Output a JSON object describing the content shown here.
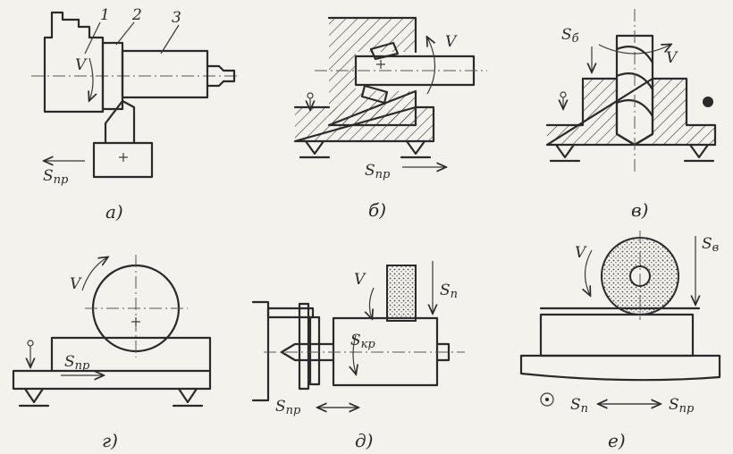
{
  "panels": [
    {
      "id": "a",
      "caption": "а)",
      "labels": {
        "part1": "1",
        "part2": "2",
        "part3": "3",
        "velocity": "V",
        "feed": "S",
        "feed_sub": "пр"
      }
    },
    {
      "id": "b",
      "caption": "б)",
      "labels": {
        "velocity": "V",
        "feed": "S",
        "feed_sub": "пр"
      }
    },
    {
      "id": "v",
      "caption": "в)",
      "labels": {
        "velocity": "V",
        "feed": "S",
        "feed_sub": "б"
      }
    },
    {
      "id": "g",
      "caption": "г)",
      "labels": {
        "velocity": "V",
        "feed": "S",
        "feed_sub": "пр"
      }
    },
    {
      "id": "d",
      "caption": "д)",
      "labels": {
        "velocity": "V",
        "feed_cross": "S",
        "feed_cross_sub": "п",
        "feed_circ": "S",
        "feed_circ_sub": "кр",
        "feed_long": "S",
        "feed_long_sub": "пр"
      }
    },
    {
      "id": "e",
      "caption": "е)",
      "labels": {
        "velocity": "V",
        "feed_v": "S",
        "feed_v_sub": "в",
        "feed_cross": "S",
        "feed_cross_sub": "п",
        "feed_long": "S",
        "feed_long_sub": "пр"
      }
    }
  ],
  "colors": {
    "ink": "#2a2a2a",
    "paper": "#f4f2ec"
  }
}
